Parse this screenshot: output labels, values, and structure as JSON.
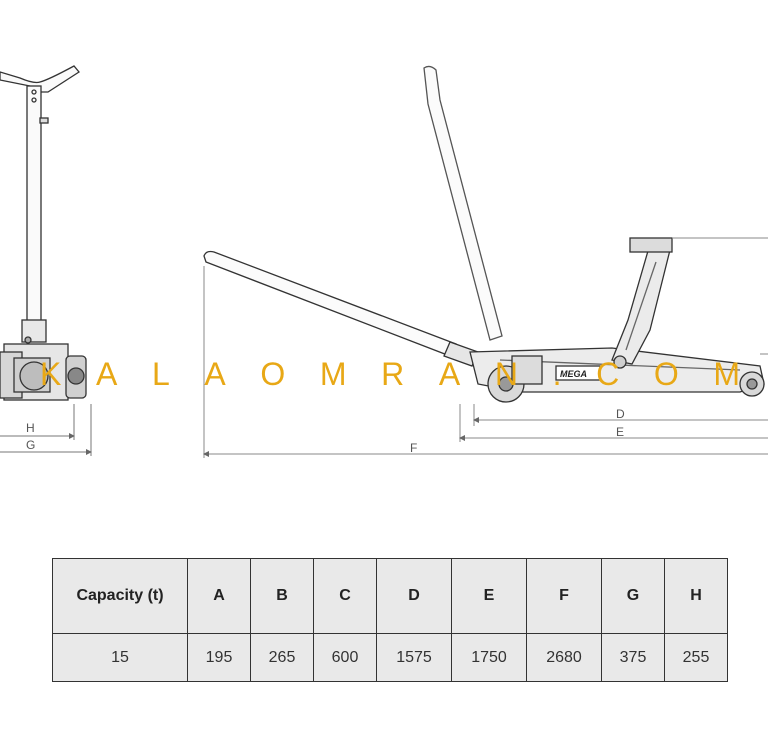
{
  "diagram": {
    "brand_label": "MEGA",
    "dimension_labels": {
      "D": "D",
      "E": "E",
      "F": "F",
      "G": "G",
      "H": "H"
    }
  },
  "watermark": {
    "text": "KALAOMRAN.COM",
    "color": "#E8A816"
  },
  "spec_table": {
    "headers": [
      "Capacity (t)",
      "A",
      "B",
      "C",
      "D",
      "E",
      "F",
      "G",
      "H"
    ],
    "row": [
      "15",
      "195",
      "265",
      "600",
      "1575",
      "1750",
      "2680",
      "375",
      "255"
    ]
  }
}
